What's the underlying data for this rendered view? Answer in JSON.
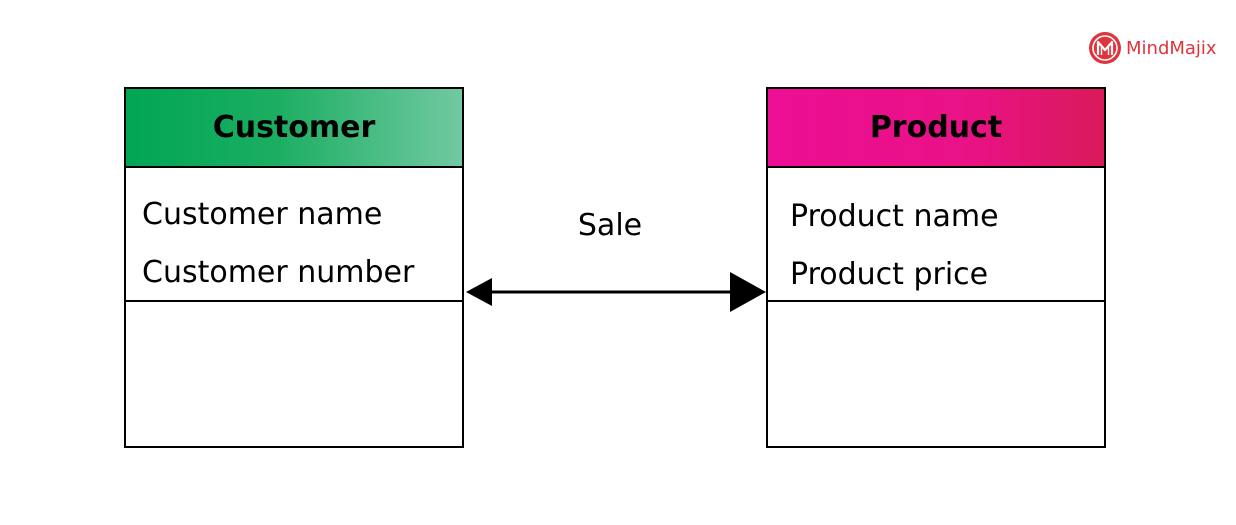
{
  "brand": {
    "name": "MindMajix",
    "icon": "mindmajix-logo-icon",
    "color": "#e0343c"
  },
  "classes": [
    {
      "name": "Customer",
      "header_color": "#00a653",
      "attributes": [
        "Customer name",
        "Customer number"
      ]
    },
    {
      "name": "Product",
      "header_color": "#ec0e95",
      "attributes": [
        "Product name",
        "Product price"
      ]
    }
  ],
  "association": {
    "label": "Sale",
    "direction": "bidirectional"
  }
}
